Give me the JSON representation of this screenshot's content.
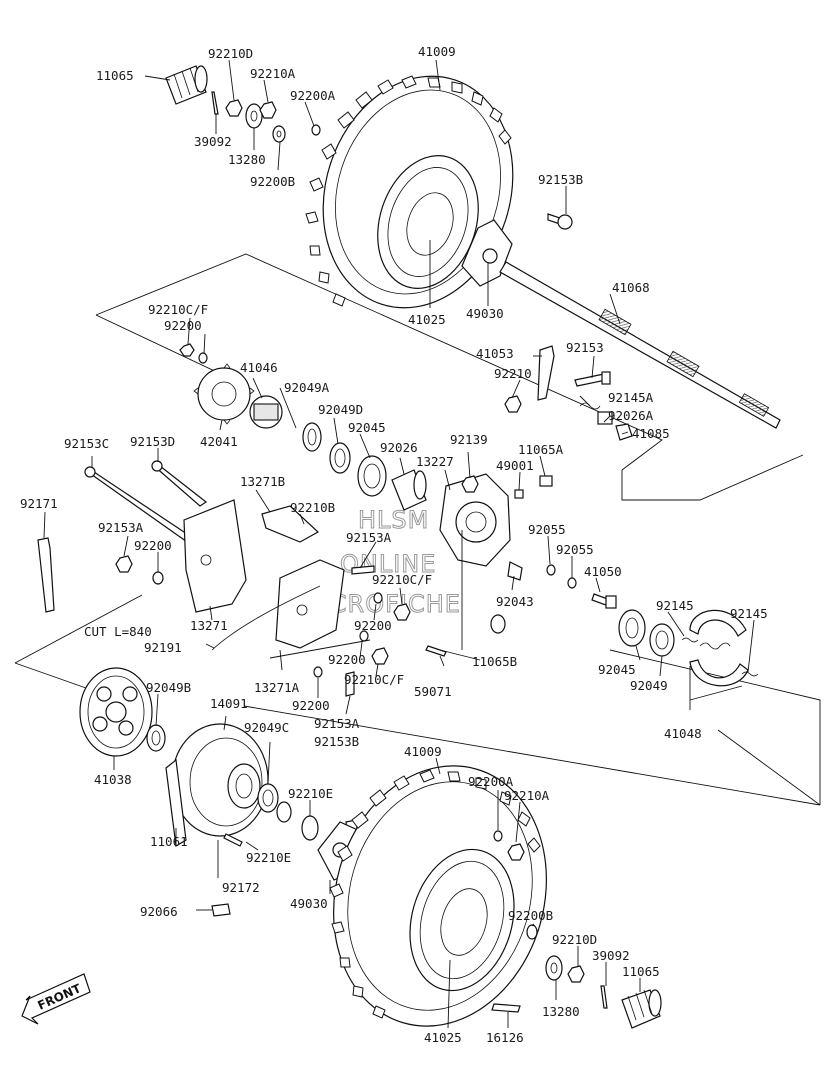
{
  "diagram": {
    "watermark": [
      "HLSM",
      "ONLINE",
      "MICROFICHE"
    ],
    "front_label": "FRONT",
    "cut_note": "CUT L=840",
    "labels": {
      "p11065_top": "11065",
      "p92210D_top": "92210D",
      "p92210A_top": "92210A",
      "p92200A_top": "92200A",
      "p41009_top": "41009",
      "p39092_top": "39092",
      "p13280_top": "13280",
      "p92200B_top": "92200B",
      "p92153B_top": "92153B",
      "p41025_top": "41025",
      "p49030_top": "49030",
      "p41068": "41068",
      "p92210CF_a": "92210C/F",
      "p92200_a": "92200",
      "p41046": "41046",
      "p92049A": "92049A",
      "p42041": "42041",
      "p92049D": "92049D",
      "p92045_a": "92045",
      "p92026": "92026",
      "p92139": "92139",
      "p13227": "13227",
      "p41053": "41053",
      "p92153": "92153",
      "p92210": "92210",
      "p92145A": "92145A",
      "p92026A": "92026A",
      "p41085": "41085",
      "p11065A": "11065A",
      "p49001": "49001",
      "p92153C": "92153C",
      "p92153D": "92153D",
      "p13271B": "13271B",
      "p92210B": "92210B",
      "p92153A_a": "92153A",
      "p92171": "92171",
      "p92153A_b": "92153A",
      "p92200_b": "92200",
      "p92055_a": "92055",
      "p92055_b": "92055",
      "p41050": "41050",
      "p92210CF_b": "92210C/F",
      "p92043": "92043",
      "p13271": "13271",
      "p92191": "92191",
      "p92200_c": "92200",
      "p92200_d": "92200",
      "p92145_a": "92145",
      "p92145_b": "92145",
      "p92045_b": "92045",
      "p92049": "92049",
      "p11065B": "11065B",
      "p13271A": "13271A",
      "p92210CF_c": "92210C/F",
      "p59071": "59071",
      "p92200_e": "92200",
      "p92049B": "92049B",
      "p14091": "14091",
      "p92049C": "92049C",
      "p92153A_c": "92153A",
      "p92153B_b": "92153B",
      "p41048": "41048",
      "p41038": "41038",
      "p41009_bot": "41009",
      "p92200A_bot": "92200A",
      "p92210A_bot": "92210A",
      "p92210E_a": "92210E",
      "p11061": "11061",
      "p92210E_b": "92210E",
      "p92172": "92172",
      "p49030_bot": "49030",
      "p92066": "92066",
      "p92200B_bot": "92200B",
      "p92210D_bot": "92210D",
      "p39092_bot": "39092",
      "p11065_bot": "11065",
      "p13280_bot": "13280",
      "p41025_bot": "41025",
      "p16126": "16126"
    }
  }
}
